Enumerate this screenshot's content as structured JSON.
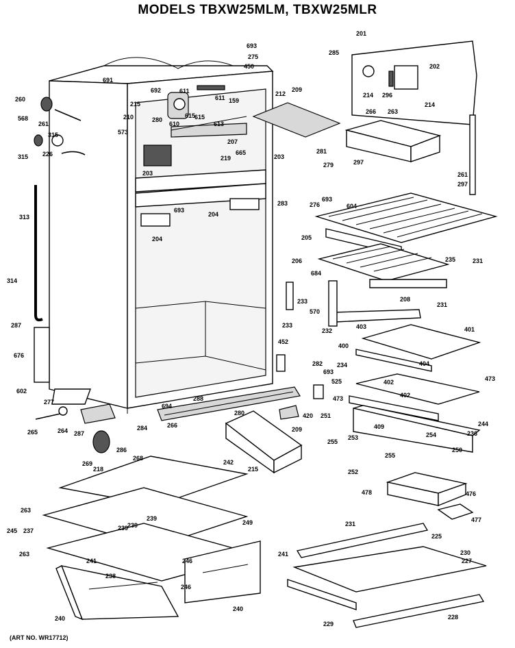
{
  "title": "MODELS TBXW25MLM, TBXW25MLR",
  "art_number": "(ART NO. WR17712)",
  "labels": [
    "693",
    "275",
    "450",
    "285",
    "201",
    "691",
    "692",
    "611",
    "611",
    "159",
    "209",
    "202",
    "260",
    "215",
    "210",
    "280",
    "610",
    "615",
    "615",
    "613",
    "212",
    "214",
    "296",
    "214",
    "568",
    "261",
    "573",
    "315",
    "315",
    "226",
    "207",
    "665",
    "266",
    "263",
    "203",
    "219",
    "203",
    "281",
    "279",
    "297",
    "297",
    "261",
    "205",
    "693",
    "283",
    "276",
    "693",
    "204",
    "204",
    "604",
    "235",
    "231",
    "206",
    "313",
    "684",
    "233",
    "570",
    "208",
    "231",
    "314",
    "232",
    "233",
    "403",
    "401",
    "287",
    "452",
    "400",
    "404",
    "676",
    "234",
    "282",
    "693",
    "402",
    "473",
    "525",
    "602",
    "277",
    "288",
    "694",
    "402",
    "473",
    "265",
    "264",
    "287",
    "286",
    "280",
    "209",
    "420",
    "251",
    "409",
    "254",
    "236",
    "244",
    "255",
    "253",
    "255",
    "250",
    "266",
    "284",
    "269",
    "218",
    "268",
    "215",
    "252",
    "242",
    "478",
    "476",
    "263",
    "239",
    "239",
    "249",
    "477",
    "237",
    "239",
    "231",
    "225",
    "241",
    "263",
    "246",
    "230",
    "241",
    "238",
    "227",
    "246",
    "240",
    "240",
    "228",
    "229",
    "245"
  ]
}
